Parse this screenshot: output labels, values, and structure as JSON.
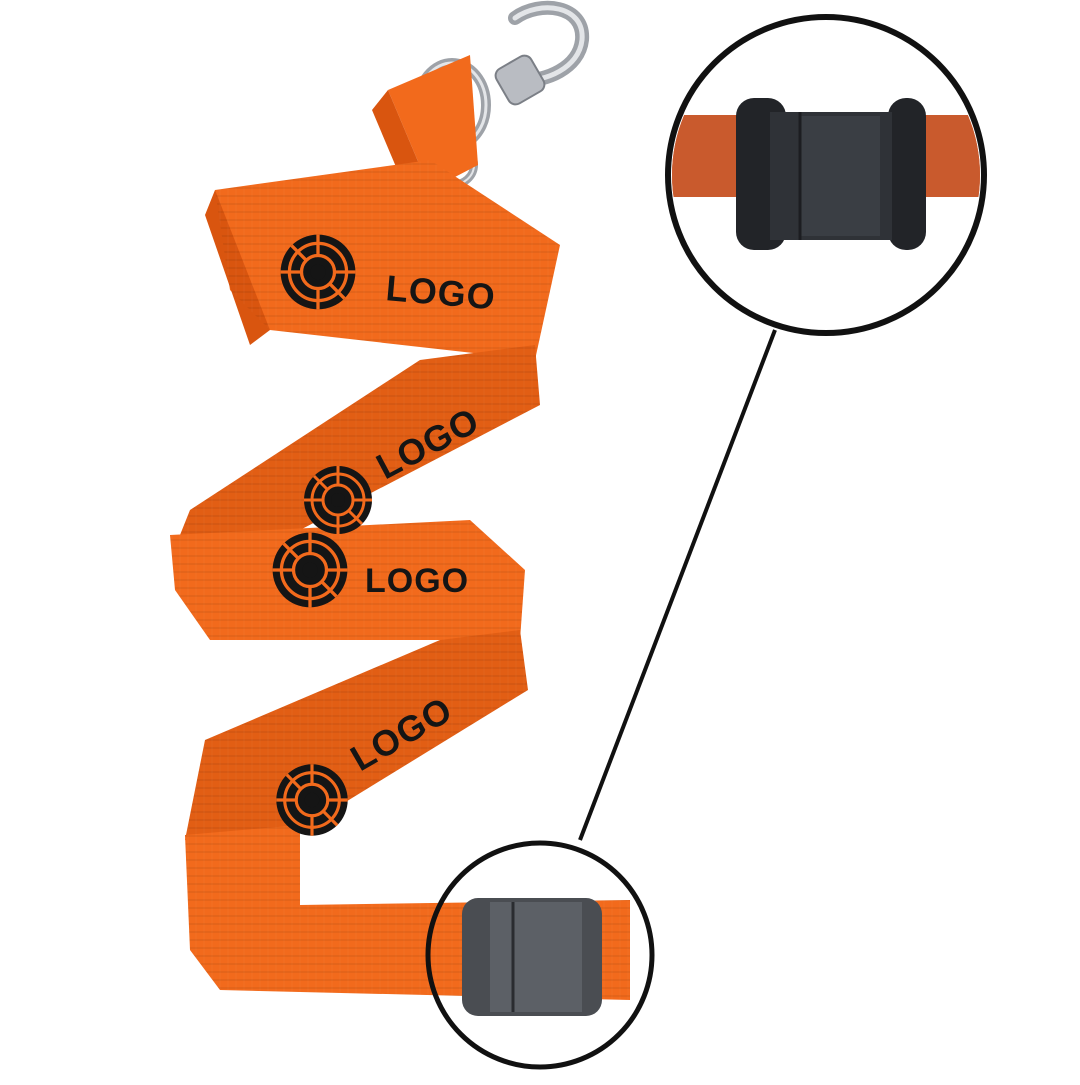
{
  "product": {
    "logos": [
      {
        "text": "LOGO"
      },
      {
        "text": "LOGO"
      },
      {
        "text": "LOGO"
      },
      {
        "text": "LOGO"
      }
    ]
  },
  "icons": {
    "hook": "swivel-snap-hook-icon",
    "emblem": "circular-segmented-emblem-icon",
    "buckle": "breakaway-buckle-icon"
  },
  "colors": {
    "strap": "#f26a1c",
    "strap_shade": "#d9550f",
    "strap_inner": "#e25e14",
    "ink": "#151515",
    "metal": "#b9bcc2",
    "buckle": "#2a2c30",
    "outline": "#111111",
    "background": "#ffffff"
  }
}
